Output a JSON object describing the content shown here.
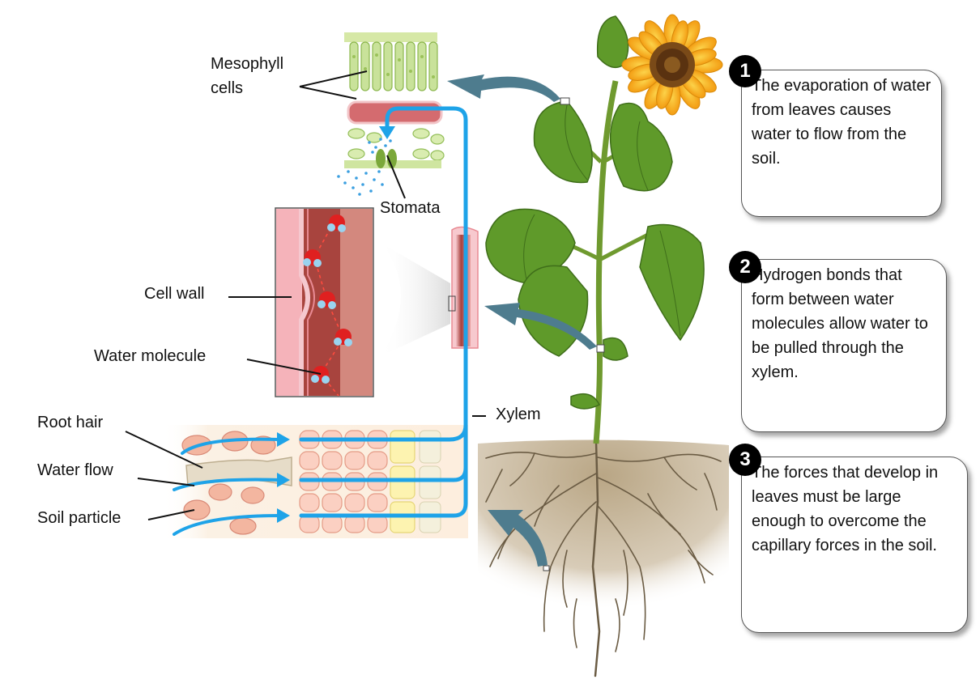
{
  "labels": {
    "mesophyll": "Mesophyll cells",
    "stomata": "Stomata",
    "cell_wall": "Cell wall",
    "water_molecule": "Water molecule",
    "xylem": "Xylem",
    "root_hair": "Root hair",
    "water_flow": "Water flow",
    "soil_particle": "Soil particle"
  },
  "steps": [
    {
      "number": "1",
      "text": "The evaporation of water from leaves causes water to flow from the soil."
    },
    {
      "number": "2",
      "text": "Hydrogen bonds that form between water molecules allow water to be pulled through the xylem."
    },
    {
      "number": "3",
      "text": "The forces that develop in leaves must be large enough to overcome the capillary forces in the soil."
    }
  ],
  "colors": {
    "water": "#1ea3e8",
    "pointer_arrow": "#4e7c8e",
    "xylem_wall": "#e8a0a8",
    "xylem_fill": "#a8413e",
    "leaf": "#5f9a2a",
    "petal": "#f5b21a",
    "soil": "#c9b79c"
  }
}
